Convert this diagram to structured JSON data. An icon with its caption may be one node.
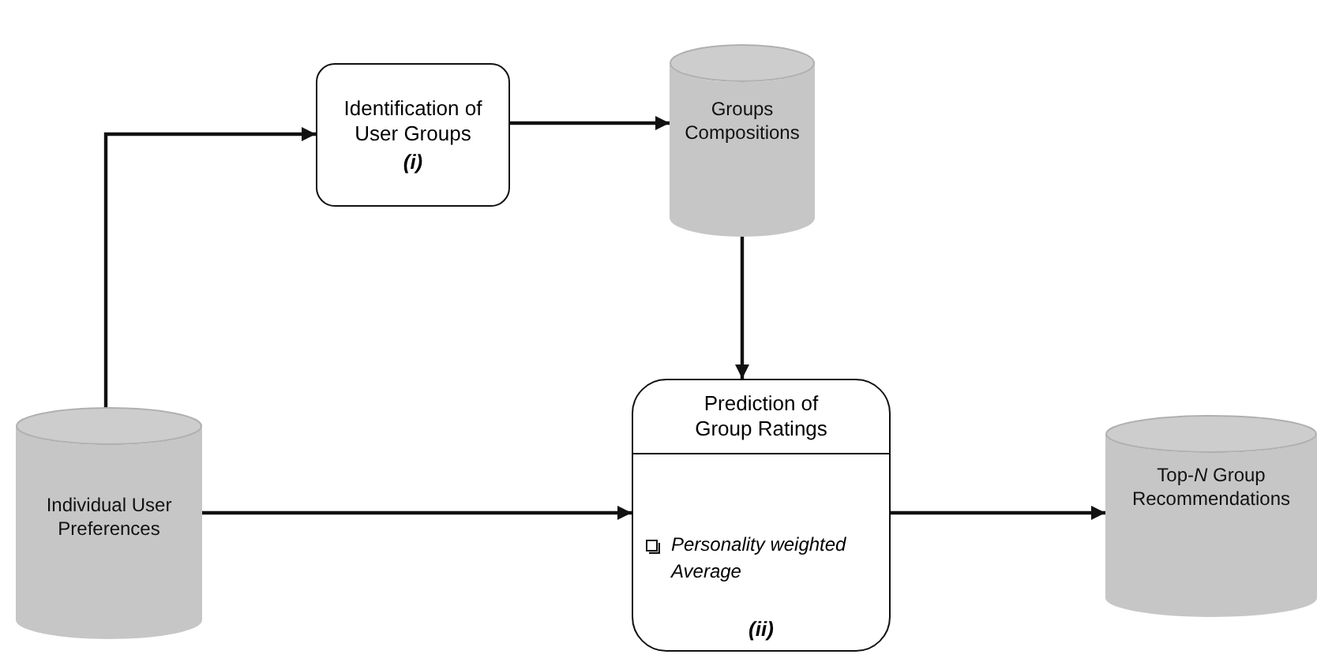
{
  "diagram": {
    "nodes": [
      {
        "text": [
          "Individual User Preferences"
        ]
      },
      {
        "text": [
          "Identification of User Groups",
          "(i)"
        ]
      },
      {
        "text": [
          "Groups Compositions"
        ]
      },
      {
        "text": [
          "Prediction of Group Ratings",
          "Personality weighted Average",
          "(ii)"
        ]
      },
      {
        "text": [
          "Top-*N* Group Recommendations"
        ]
      }
    ],
    "edges": [
      {
        "from": 0,
        "to": 1,
        "arrow": "to"
      },
      {
        "from": 1,
        "to": 2,
        "arrow": "to"
      },
      {
        "from": 2,
        "to": 3,
        "arrow": "to"
      },
      {
        "from": 0,
        "to": 3,
        "arrow": "to"
      },
      {
        "from": 3,
        "to": 4,
        "arrow": "to"
      }
    ]
  }
}
